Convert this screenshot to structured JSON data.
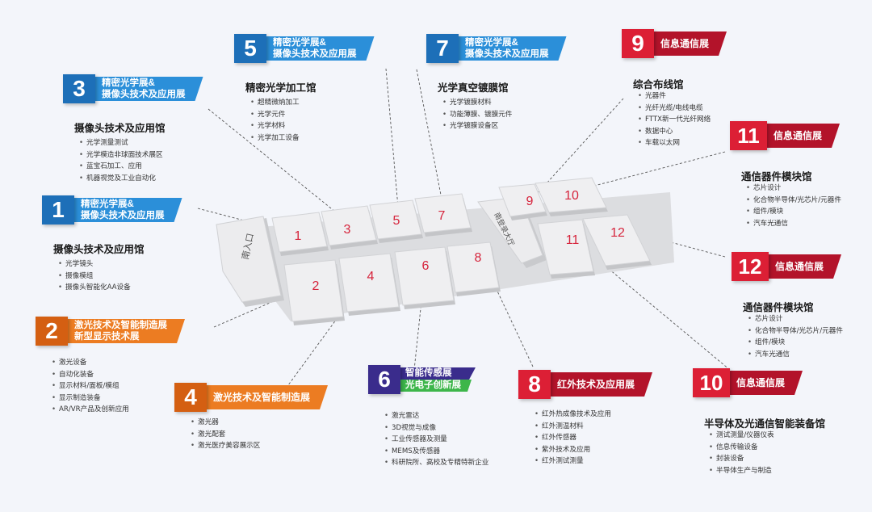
{
  "colors": {
    "blue": "#2b8fd9",
    "blue_dark": "#1d6fb8",
    "orange": "#ec7c22",
    "orange_dark": "#d45f12",
    "red": "#dc1f35",
    "red_dark": "#b3132a",
    "purple": "#3a2c8c",
    "green": "#3db64a",
    "hall_number": "#d6243c"
  },
  "floor_plan": {
    "entrance_label": "南入口",
    "corridor_label": "南登录大厅",
    "hall_numbers": [
      "1",
      "2",
      "3",
      "4",
      "5",
      "6",
      "7",
      "8",
      "9",
      "10",
      "11",
      "12"
    ]
  },
  "halls": [
    {
      "num": "1",
      "banner": [
        "精密光学展&",
        "摄像头技术及应用展"
      ],
      "title": "摄像头技术及应用馆",
      "items": [
        "光学镜头",
        "摄像模组",
        "摄像头智能化AA设备"
      ]
    },
    {
      "num": "2",
      "banner": [
        "激光技术及智能制造展",
        "新型显示技术展"
      ],
      "title": "",
      "items": [
        "激光设备",
        "自动化装备",
        "显示材料/面板/模组",
        "显示制造装备",
        "AR/VR产品及创新应用"
      ]
    },
    {
      "num": "3",
      "banner": [
        "精密光学展&",
        "摄像头技术及应用展"
      ],
      "title": "摄像头技术及应用馆",
      "items": [
        "光学测量测试",
        "光学模造非球面技术展区",
        "蓝宝石加工、应用",
        "机器视觉及工业自动化"
      ]
    },
    {
      "num": "4",
      "banner": [
        "激光技术及智能制造展"
      ],
      "title": "",
      "items": [
        "激光器",
        "激光配套",
        "激光医疗美容展示区"
      ]
    },
    {
      "num": "5",
      "banner": [
        "精密光学展&",
        "摄像头技术及应用展"
      ],
      "title": "精密光学加工馆",
      "items": [
        "超精微纳加工",
        "光学元件",
        "光学材料",
        "光学加工设备"
      ]
    },
    {
      "num": "6",
      "banner": [
        "智能传感展",
        "光电子创新展"
      ],
      "title": "",
      "items": [
        "激光雷达",
        "3D视觉与成像",
        "工业传感器及测量",
        "MEMS及传感器",
        "科研院所、高校及专精特新企业"
      ]
    },
    {
      "num": "7",
      "banner": [
        "精密光学展&",
        "摄像头技术及应用展"
      ],
      "title": "光学真空镀膜馆",
      "items": [
        "光学镀膜材料",
        "功能薄膜、镀膜元件",
        "光学镀膜设备区"
      ]
    },
    {
      "num": "8",
      "banner": [
        "红外技术及应用展"
      ],
      "title": "",
      "items": [
        "红外热成像技术及应用",
        "红外测温材料",
        "红外传感器",
        "紫外技术及应用",
        "红外测试测量"
      ]
    },
    {
      "num": "9",
      "banner": [
        "信息通信展"
      ],
      "title": "综合布线馆",
      "items": [
        "光器件",
        "光纤光缆/电线电缆",
        "FTTX新一代光纤网络",
        "数据中心",
        "车载以太网"
      ]
    },
    {
      "num": "10",
      "banner": [
        "信息通信展"
      ],
      "title": "半导体及光通信智能装备馆",
      "items": [
        "测试测量/仪器仪表",
        "信息传输设备",
        "封装设备",
        "半导体生产与制造"
      ]
    },
    {
      "num": "11",
      "banner": [
        "信息通信展"
      ],
      "title": "通信器件模块馆",
      "items": [
        "芯片设计",
        "化合物半导体/光芯片/元器件",
        "组件/模块",
        "汽车光通信"
      ]
    },
    {
      "num": "12",
      "banner": [
        "信息通信展"
      ],
      "title": "通信器件模块馆",
      "items": [
        "芯片设计",
        "化合物半导体/光芯片/元器件",
        "组件/模块",
        "汽车光通信"
      ]
    }
  ]
}
